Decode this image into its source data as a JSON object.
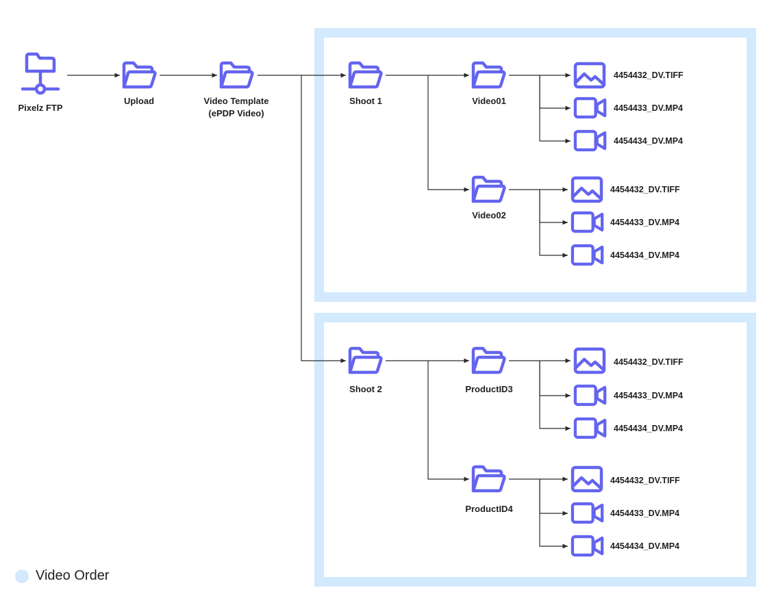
{
  "colors": {
    "accent": "#6464f0",
    "group_fill": "#d3e9fd",
    "line": "#2b2b2b"
  },
  "nodes": {
    "ftp": "Pixelz FTP",
    "upload": "Upload",
    "template_line1": "Video Template",
    "template_line2": "(ePDP Video)",
    "shoot1": "Shoot 1",
    "shoot2": "Shoot 2",
    "video01": "Video01",
    "video02": "Video02",
    "product3": "ProductID3",
    "product4": "ProductID4"
  },
  "files": {
    "g1": [
      "4454432_DV.TIFF",
      "4454433_DV.MP4",
      "4454434_DV.MP4"
    ],
    "g2": [
      "4454432_DV.TIFF",
      "4454433_DV.MP4",
      "4454434_DV.MP4"
    ],
    "g3": [
      "4454432_DV.TIFF",
      "4454433_DV.MP4",
      "4454434_DV.MP4"
    ],
    "g4": [
      "4454432_DV.TIFF",
      "4454433_DV.MP4",
      "4454434_DV.MP4"
    ]
  },
  "legend": {
    "label": "Video Order"
  }
}
